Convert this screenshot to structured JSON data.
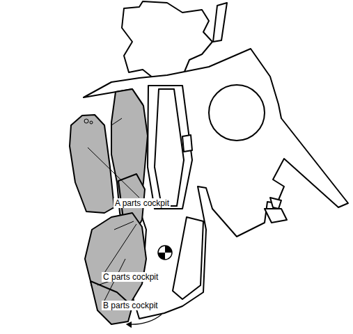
{
  "diagram": {
    "labels": [
      "A parts cockpit",
      "C parts cockpit",
      "B parts cockpit"
    ]
  }
}
